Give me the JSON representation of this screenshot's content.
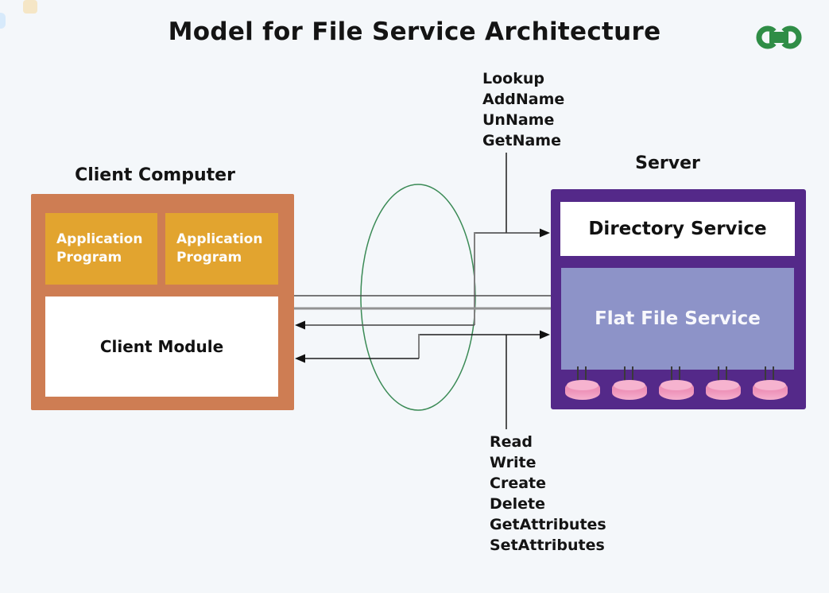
{
  "canvas": {
    "background": "#f4f7fa"
  },
  "header": {
    "title": "Model for File Service Architecture",
    "logo": "geeksforgeeks-logo",
    "logo_color": "#2f8d46"
  },
  "network": {
    "shape": "ellipse",
    "color": "#3a8a55"
  },
  "client": {
    "label": "Client Computer",
    "frame_color": "#ce7d53",
    "app_box_color": "#e2a42f",
    "app_programs": [
      "Application Program",
      "Application Program"
    ],
    "client_module": "Client Module"
  },
  "server": {
    "label": "Server",
    "frame_color": "#542989",
    "directory_service": "Directory Service",
    "flat_file_service": "Flat File Service",
    "flat_file_color": "#8d93c8",
    "disk_color": "#ee94ba",
    "disk_count": 5
  },
  "directory_operations": [
    "Lookup",
    "AddName",
    "UnName",
    "GetName"
  ],
  "file_operations": [
    "Read",
    "Write",
    "Create",
    "Delete",
    "GetAttributes",
    "SetAttributes"
  ]
}
